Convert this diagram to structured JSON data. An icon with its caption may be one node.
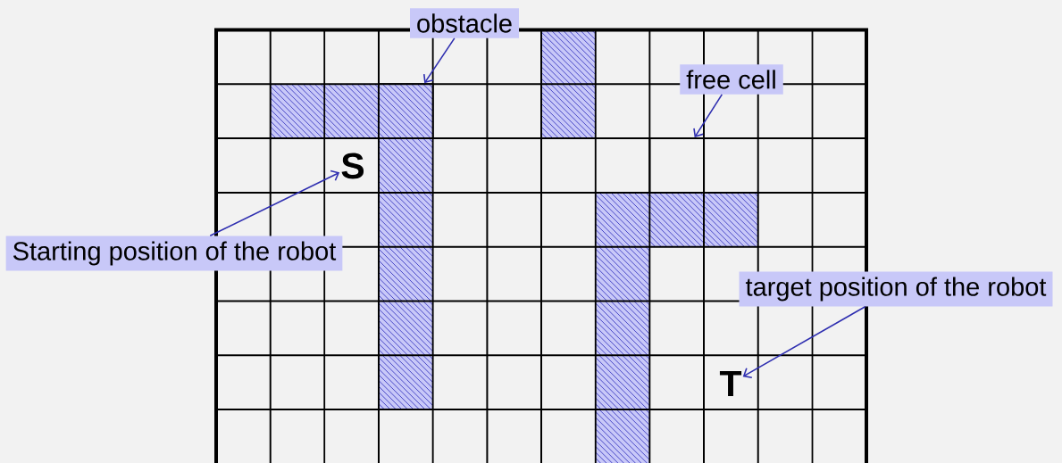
{
  "diagram": {
    "nodes": [
      {
        "text": [
          "obstacle"
        ]
      },
      {
        "text": [],
        "shape": "box"
      },
      {
        "text": [
          "free cell"
        ]
      },
      {
        "text": [
          "S"
        ]
      },
      {
        "text": [],
        "shape": "box"
      },
      {
        "text": [
          "Starting position of the robot"
        ]
      },
      {
        "text": [
          "target position of the robot"
        ]
      },
      {
        "text": [
          "T"
        ]
      }
    ],
    "edges": [
      {
        "from": 0,
        "to": 1,
        "arrow": "to"
      },
      {
        "from": 2,
        "to": 4,
        "arrow": "to"
      },
      {
        "from": 5,
        "to": 3,
        "arrow": "to"
      },
      {
        "from": 6,
        "to": 7,
        "arrow": "to"
      }
    ]
  }
}
